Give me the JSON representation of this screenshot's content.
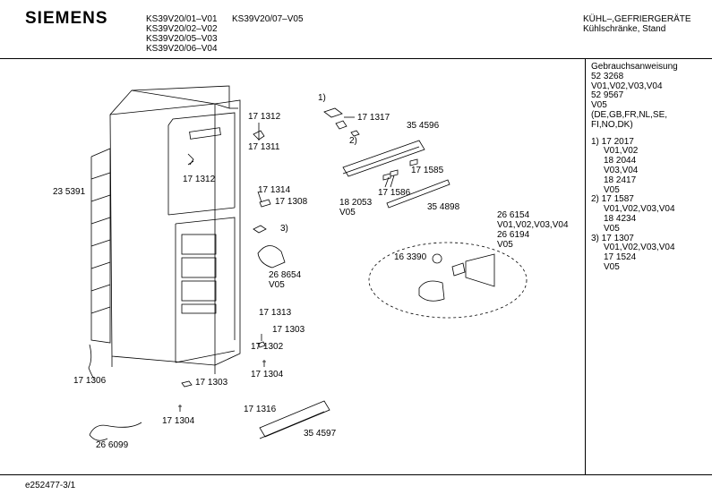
{
  "header": {
    "brand": "SIEMENS",
    "models": [
      "KS39V20/01–V01",
      "KS39V20/02–V02",
      "KS39V20/05–V03",
      "KS39V20/06–V04"
    ],
    "model_extra": "KS39V20/07–V05",
    "title": "KÜHL–,GEFRIERGERÄTE",
    "subtitle": "Kühlschränke, Stand"
  },
  "notes": [
    "Gebrauchsanweisung",
    "52 3268",
    "V01,V02,V03,V04",
    "52 9567",
    "V05",
    "(DE,GB,FR,NL,SE,",
    "FI,NO,DK)",
    "",
    "1) 17 2017",
    "   V01,V02",
    "   18 2044",
    "   V03,V04",
    "   18 2417",
    "   V05",
    "2) 17 1587",
    "   V01,V02,V03,V04",
    "   18 4234",
    "   V05",
    "3) 17 1307",
    "   V01,V02,V03,V04",
    "   17 1524",
    "   V05"
  ],
  "parts": {
    "p171312a": "17 1312",
    "p171311": "17 1311",
    "p171312b": "17 1312",
    "p235391": "23 5391",
    "p171314": "17 1314",
    "p171308": "17 1308",
    "m3": "3)",
    "p268654": "26 8654",
    "v05a": "V05",
    "p171313": "17 1313",
    "p171303a": "17 1303",
    "p171302": "17 1302",
    "p171304a": "17 1304",
    "p171303b": "17 1303",
    "p171304b": "17 1304",
    "p171306": "17 1306",
    "p266099": "26 6099",
    "p171316": "17 1316",
    "p354597": "35 4597",
    "m1": "1)",
    "p171317": "17 1317",
    "m2": "2)",
    "p354596": "35 4596",
    "p171585": "17 1585",
    "p182053": "18 2053",
    "v05b": "V05",
    "p171586": "17 1586",
    "p354898": "35 4898",
    "p266154": "26 6154",
    "v1234": "V01,V02,V03,V04",
    "p266194": "26 6194",
    "v05c": "V05",
    "p163390": "16 3390"
  },
  "footer": "e252477-3/1"
}
